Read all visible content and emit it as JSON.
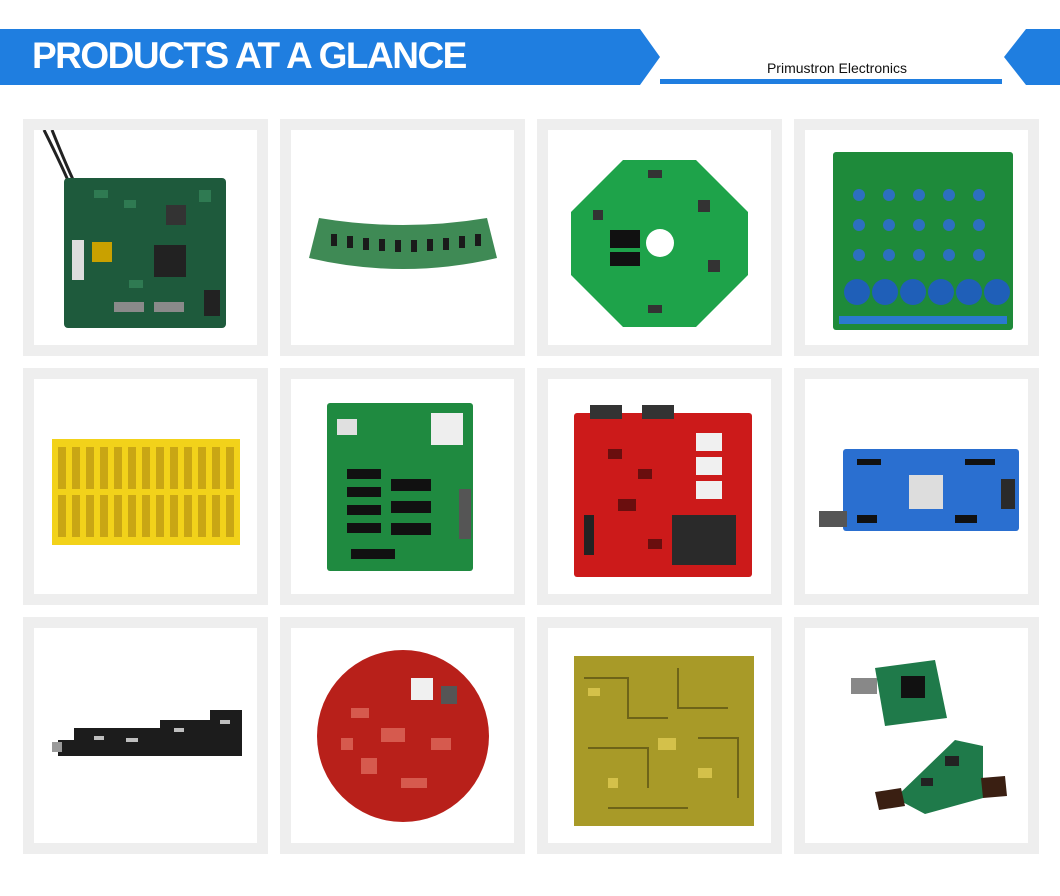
{
  "header": {
    "title": "PRODUCTS AT A GLANCE",
    "company": "Primustron Electronics",
    "accent_color": "#1f7ee0"
  },
  "products": [
    {
      "name": "green-embedded-board-photo",
      "board_color": "#1e5a3c"
    },
    {
      "name": "curved-green-strip-board-photo",
      "board_color": "#3f8a55"
    },
    {
      "name": "octagonal-green-board-photo",
      "board_color": "#1ea34a"
    },
    {
      "name": "green-capacitor-board-photo",
      "board_color": "#1e8a3a"
    },
    {
      "name": "yellow-flex-panel-photo",
      "board_color": "#f2d21a"
    },
    {
      "name": "green-through-hole-board-photo",
      "board_color": "#1f8a40"
    },
    {
      "name": "red-relay-board-photo",
      "board_color": "#cc1a1a"
    },
    {
      "name": "blue-board-photo",
      "board_color": "#2a6fd0"
    },
    {
      "name": "black-long-board-photo",
      "board_color": "#1c1c1c"
    },
    {
      "name": "round-red-board-photo",
      "board_color": "#b8201a"
    },
    {
      "name": "yellow-bare-pcb-photo",
      "board_color": "#a89a28"
    },
    {
      "name": "green-flex-boards-photo",
      "board_color": "#1f7a4a"
    }
  ]
}
